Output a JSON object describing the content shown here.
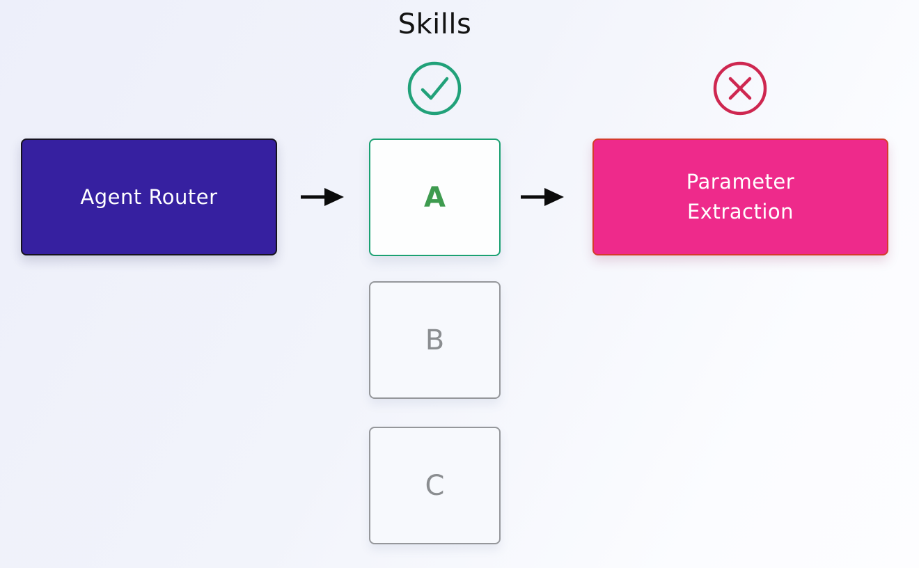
{
  "title": "Skills",
  "nodes": {
    "agent_router": {
      "label": "Agent Router"
    },
    "parameter_extraction": {
      "label": "Parameter Extraction"
    }
  },
  "skills": [
    {
      "label": "A",
      "state": "selected"
    },
    {
      "label": "B",
      "state": "inactive"
    },
    {
      "label": "C",
      "state": "inactive"
    }
  ],
  "icons": {
    "check_circle": "check-circle-icon",
    "x_circle": "x-circle-icon",
    "arrow_right": "arrow-right-icon"
  },
  "colors": {
    "background_start": "#EDEFFA",
    "background_end": "#FDFDFF",
    "agent_router_bg": "#3620A0",
    "agent_router_border": "#15121F",
    "agent_router_text": "#FFFFFF",
    "parameter_extraction_bg": "#EE2A8B",
    "parameter_extraction_border": "#D53A2C",
    "parameter_extraction_text": "#FFFFFF",
    "skill_selected_border": "#1BA172",
    "skill_selected_text": "#3E9B4F",
    "skill_selected_bg": "#FDFEFE",
    "skill_inactive_border": "#95979B",
    "skill_inactive_text": "#8A8D90",
    "check_icon": "#21A179",
    "x_icon": "#CE2750",
    "arrow": "#0B0B0B",
    "title_text": "#121212"
  }
}
